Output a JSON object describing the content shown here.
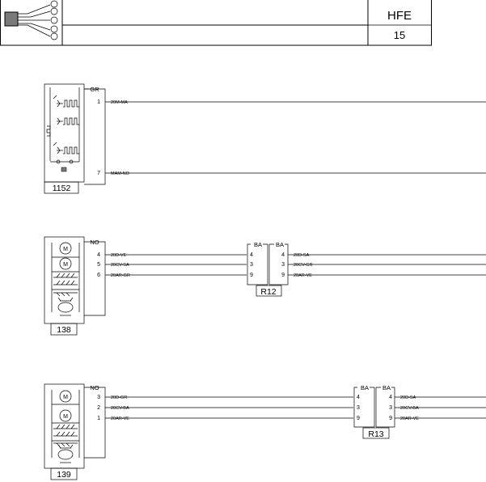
{
  "header": {
    "code": "HFE",
    "page": "15"
  },
  "components": {
    "c1152": {
      "id": "1152",
      "connector": "GR",
      "pins": [
        {
          "pin": "1",
          "wire": "20M-MA"
        },
        {
          "pin": "7",
          "wire": "MAM-NO"
        }
      ]
    },
    "c138": {
      "id": "138",
      "connector": "NO",
      "pins": [
        {
          "pin": "4",
          "wire": "20D-VE"
        },
        {
          "pin": "5",
          "wire": "20CV-SA"
        },
        {
          "pin": "6",
          "wire": "20AR-GR"
        }
      ]
    },
    "c139": {
      "id": "139",
      "connector": "NO",
      "pins": [
        {
          "pin": "3",
          "wire": "20D-GR"
        },
        {
          "pin": "2",
          "wire": "20CV-BA"
        },
        {
          "pin": "1",
          "wire": "20AR-VE"
        }
      ]
    }
  },
  "connectors": {
    "r12": {
      "id": "R12",
      "left_tag": "BA",
      "right_tag": "BA",
      "left_pins": [
        "4",
        "3",
        "9"
      ],
      "right_pins": [
        "4",
        "3",
        "9"
      ],
      "out_wires": [
        "20D-SA",
        "20CV-GR",
        "20AR-VE"
      ]
    },
    "r13": {
      "id": "R13",
      "left_tag": "BA",
      "right_tag": "BA",
      "left_pins": [
        "4",
        "3",
        "9"
      ],
      "right_pins": [
        "4",
        "3",
        "9"
      ],
      "out_wires": [
        "20D-SA",
        "20CV-BA",
        "20AR-VE"
      ]
    }
  },
  "symbols": {
    "motor_label": "M"
  }
}
